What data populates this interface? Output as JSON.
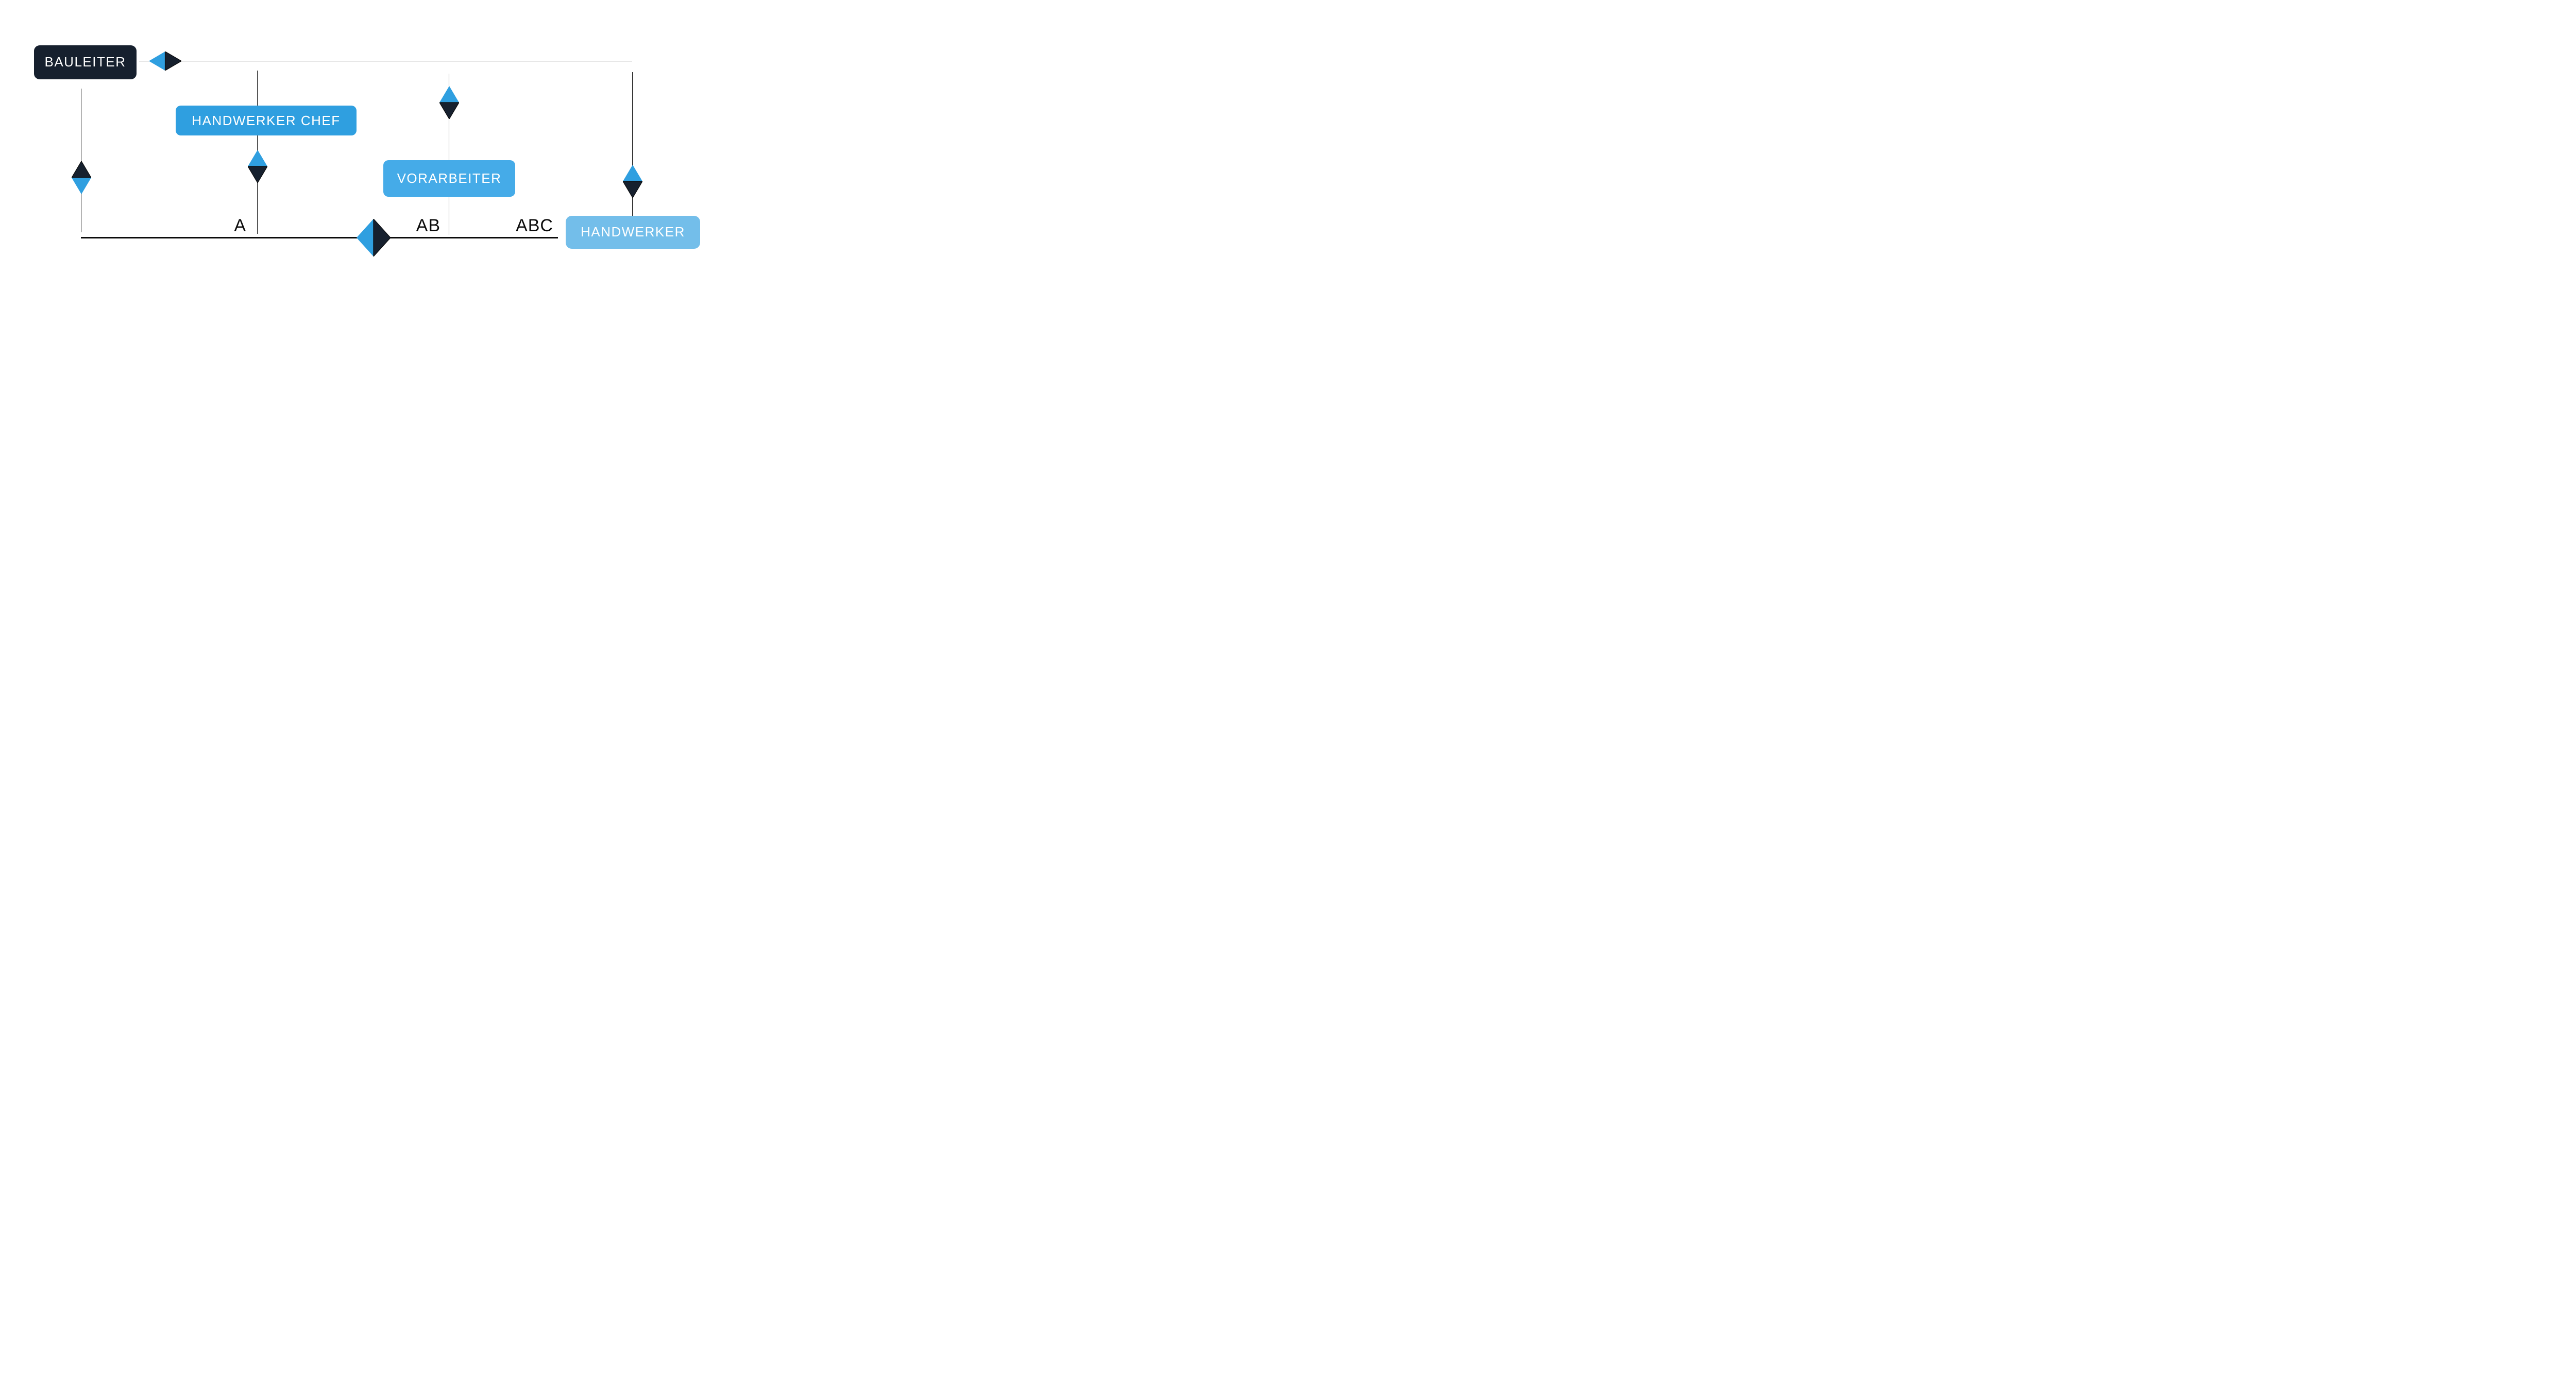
{
  "nodes": {
    "bauleiter": {
      "label": "BAULEITER"
    },
    "handwerker_chef": {
      "label": "HANDWERKER CHEF"
    },
    "vorarbeiter": {
      "label": "VORARBEITER"
    },
    "handwerker": {
      "label": "HANDWERKER"
    }
  },
  "level_labels": {
    "a": "A",
    "ab": "AB",
    "abc": "ABC"
  },
  "colors": {
    "navy": "#16202E",
    "blue": "#2F9FE0",
    "blue_mid": "#45ABE8",
    "blue_light": "#73BEEA",
    "line": "#0B0B0B",
    "node_text": "#FFFFFF",
    "label_text": "#0A0A0A",
    "background": "#FFFFFF"
  }
}
